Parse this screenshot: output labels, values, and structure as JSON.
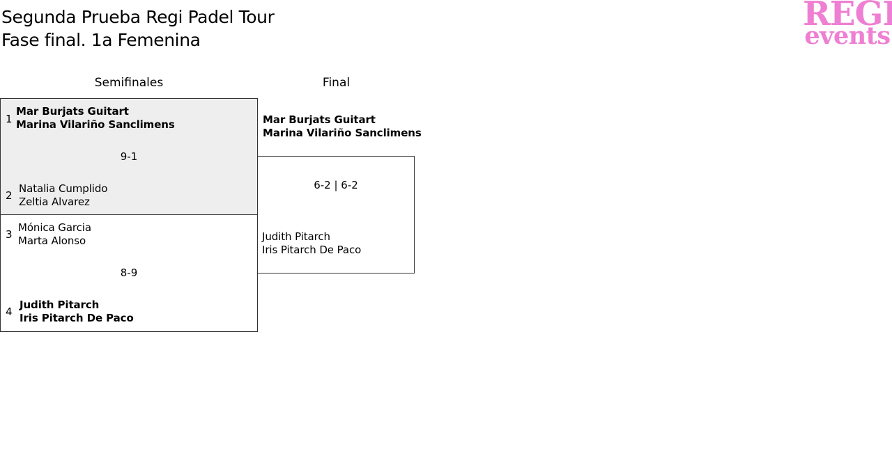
{
  "page": {
    "title_line1": "Segunda Prueba Regi Padel Tour",
    "title_line2": "Fase final. 1a Femenina"
  },
  "logo": {
    "line1": "REGI",
    "line2": "events",
    "color": "#ee7fd2"
  },
  "colors": {
    "winner_box_bg": "#eeeeee",
    "border": "#333333"
  },
  "rounds": {
    "semifinals": "Semifinales",
    "final": "Final"
  },
  "semifinal1": {
    "seed_a": "1",
    "team_a": {
      "player1": "Mar Burjats Guitart",
      "player2": "Marina Vilariño Sanclimens"
    },
    "score": "9-1",
    "seed_b": "2",
    "team_b": {
      "player1": "Natalia Cumplido",
      "player2": "Zeltia Alvarez"
    }
  },
  "semifinal2": {
    "seed_a": "3",
    "team_a": {
      "player1": "Mónica Garcia",
      "player2": "Marta Alonso"
    },
    "score": "8-9",
    "seed_b": "4",
    "team_b": {
      "player1": "Judith Pitarch",
      "player2": "Iris Pitarch De Paco"
    }
  },
  "final": {
    "team_a": {
      "player1": "Mar Burjats Guitart",
      "player2": "Marina Vilariño Sanclimens"
    },
    "score": "6-2 | 6-2",
    "team_b": {
      "player1": "Judith Pitarch",
      "player2": "Iris Pitarch De Paco"
    }
  }
}
